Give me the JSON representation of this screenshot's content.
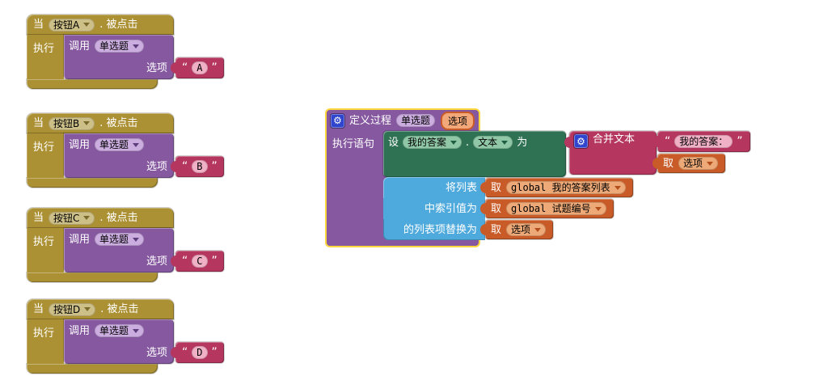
{
  "colors": {
    "canvas_bg": "#FFFFFF",
    "event": "#AC9134",
    "event_field": "#CDBF88",
    "purple": "#8558A0",
    "purple_field": "#CBADDF",
    "crimson": "#B5365F",
    "crimson_field": "#F0B0C6",
    "green": "#2E7153",
    "green_field": "#90C8A7",
    "blue": "#4EA9DC",
    "orange": "#C85B28",
    "orange_field": "#EDA977",
    "param_chip": "#F2A878",
    "selection": "#FFD83D",
    "gear_bg": "#2F45CE"
  },
  "labels": {
    "when": "当",
    "click_event": ". 被点击",
    "do": "执行",
    "call": "调用",
    "proc_name": "单选题",
    "arg": "选项",
    "oq": "“",
    "cq": "”",
    "get": "取"
  },
  "blocks": [
    {
      "component": "按钮A",
      "arg": "A"
    },
    {
      "component": "按钮B",
      "arg": "B"
    },
    {
      "component": "按钮C",
      "arg": "C"
    },
    {
      "component": "按钮D",
      "arg": "D"
    }
  ],
  "procedure": {
    "gear_icon": "⚙",
    "define_label": "定义过程",
    "name": "单选题",
    "param": "选项",
    "body_label": "执行语句",
    "setter": {
      "set": "设",
      "component": "我的答案",
      "dot": ".",
      "property": "文本",
      "to": "为"
    },
    "join": {
      "label": "合并文本",
      "text": "我的答案："
    },
    "rows": [
      {
        "label": "将列表",
        "value": "global 我的答案列表"
      },
      {
        "label": "中索引值为",
        "value": "global 试题编号"
      },
      {
        "label": "的列表项替换为",
        "value": "选项"
      }
    ]
  }
}
